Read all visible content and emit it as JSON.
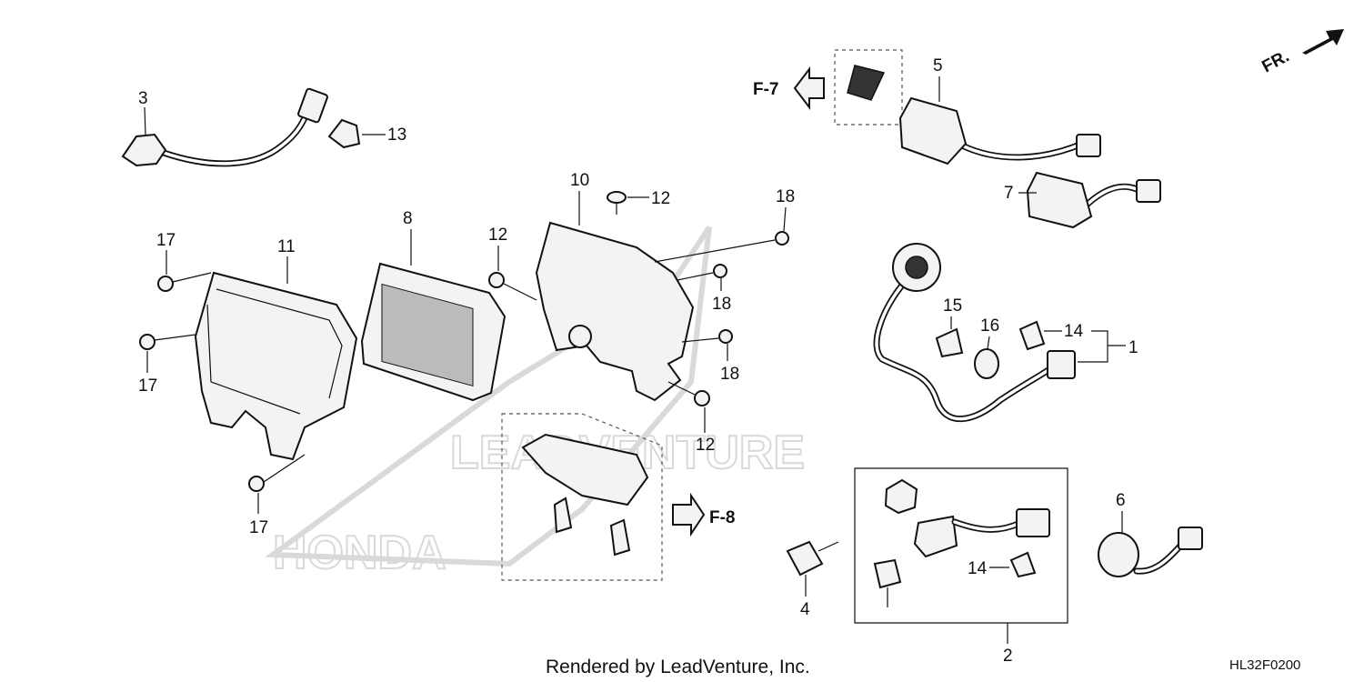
{
  "labels": {
    "p1": "1",
    "p2": "2",
    "p3": "3",
    "p4": "4",
    "p5": "5",
    "p6": "6",
    "p7": "7",
    "p8": "8",
    "p10": "10",
    "p11": "11",
    "p12a": "12",
    "p12b": "12",
    "p12c": "12",
    "p13": "13",
    "p14a": "14",
    "p14b": "14",
    "p15": "15",
    "p16": "16",
    "p17a": "17",
    "p17b": "17",
    "p17c": "17",
    "p18a": "18",
    "p18b": "18",
    "p18c": "18"
  },
  "refs": {
    "f7": "F-7",
    "f8": "F-8",
    "fr": "FR."
  },
  "watermark": {
    "brand": "HONDA",
    "vendor": "LEADVENTURE"
  },
  "footer": {
    "rendered_by": "Rendered by LeadVenture, Inc.",
    "diagram_code": "HL32F0200"
  },
  "colors": {
    "line": "#111111",
    "watermark": "#d9d9d9"
  }
}
